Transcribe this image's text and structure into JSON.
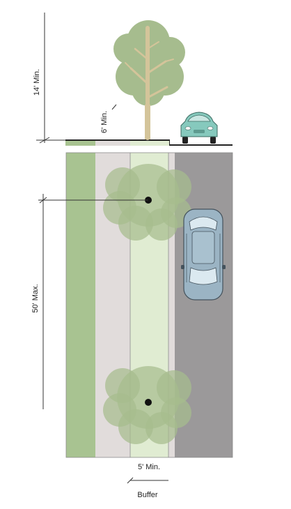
{
  "labels": {
    "clearance_height": "14' Min.",
    "tree_min_height": "6' Min.",
    "spacing_max": "50' Max.",
    "buffer_width": "5' Min.",
    "buffer": "Buffer"
  },
  "colors": {
    "planting_strip": "#a8c391",
    "sidewalk": "#e1dcdb",
    "buffer": "#e0ecd2",
    "roadway": "#9b999a",
    "tree_canopy": "#a6bc8e",
    "tree_trunk": "#d4c49a",
    "car_top_view": "#9bb4c4",
    "car_front_view": "#86c9bd"
  },
  "icons": [
    "tree-icon",
    "car-front-icon",
    "car-top-icon",
    "tree-canopy-icon"
  ]
}
